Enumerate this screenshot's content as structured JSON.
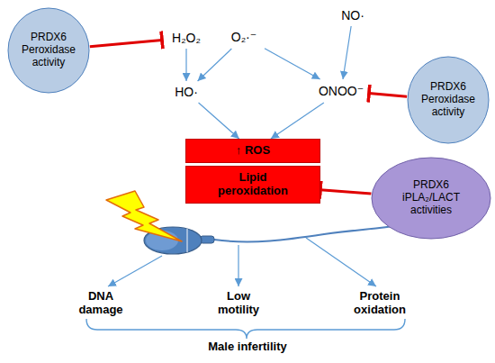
{
  "diagram": {
    "nodes": [
      {
        "text": [
          "PRDX6 Peroxidase activity"
        ]
      },
      {
        "text": [
          "H₂O₂"
        ]
      },
      {
        "text": [
          "O₂·⁻"
        ]
      },
      {
        "text": [
          "NO·"
        ]
      },
      {
        "text": [
          "HO·"
        ]
      },
      {
        "text": [
          "ONOO⁻"
        ]
      },
      {
        "text": [
          "PRDX6 Peroxidase activity"
        ]
      },
      {
        "text": [
          "↑ ROS"
        ]
      },
      {
        "text": [
          "Lipid peroxidation"
        ]
      },
      {
        "text": [
          "PRDX6 iPLA₂/LACT activities"
        ]
      }
    ],
    "edges": [
      {
        "from": 0,
        "to": 1,
        "arrow": "to"
      },
      {
        "from": 1,
        "to": 4,
        "arrow": "to"
      },
      {
        "from": 2,
        "to": 4,
        "arrow": "to"
      },
      {
        "from": 2,
        "to": 5,
        "arrow": "to"
      },
      {
        "from": 3,
        "to": 5,
        "arrow": "to"
      },
      {
        "from": 6,
        "to": 5,
        "arrow": "to"
      },
      {
        "from": 4,
        "to": 7,
        "arrow": "to"
      },
      {
        "from": 5,
        "to": 7,
        "arrow": "to"
      },
      {
        "from": 9,
        "to": 8,
        "arrow": "to"
      }
    ],
    "labels": [
      "DNA damage",
      "Low motility",
      "Protein oxidation",
      "Male infertility"
    ]
  }
}
